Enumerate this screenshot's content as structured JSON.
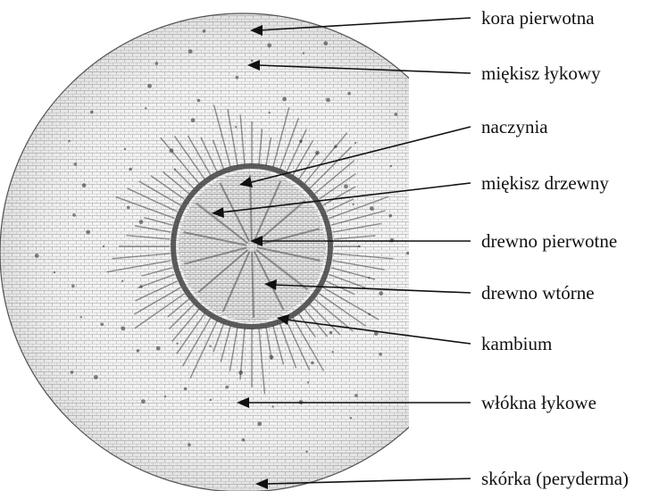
{
  "labels": [
    {
      "id": "kora",
      "text": "kora pierwotna"
    },
    {
      "id": "miekisz-lykowy",
      "text": "miękisz łykowy"
    },
    {
      "id": "naczynia",
      "text": "naczynia"
    },
    {
      "id": "miekisz-drzewny",
      "text": "miękisz drzewny"
    },
    {
      "id": "drewno-pierwotne",
      "text": "drewno pierwotne"
    },
    {
      "id": "drewno-wtorne",
      "text": "drewno wtórne"
    },
    {
      "id": "kambium",
      "text": "kambium"
    },
    {
      "id": "wlokna-lykowe",
      "text": "włókna łykowe"
    },
    {
      "id": "skorka",
      "text": "skórka (peryderma)"
    }
  ],
  "colors": {
    "ink": "#111111",
    "tissue_fill": "#f1f1f1",
    "cell_line": "#8a8a8a",
    "xylem_fill": "#d9d9d9",
    "cambium_ring": "#2b2b2b"
  }
}
